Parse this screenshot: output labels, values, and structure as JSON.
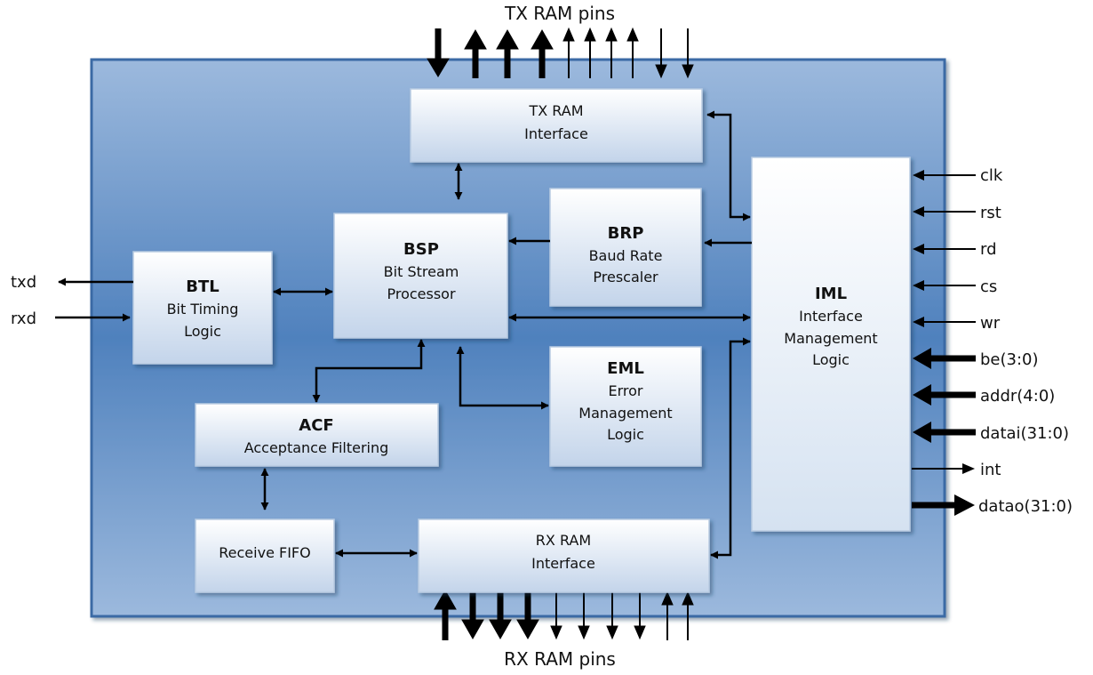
{
  "diagram": {
    "bus_labels": {
      "top": "TX RAM pins",
      "bottom": "RX RAM pins"
    },
    "blocks": {
      "tx_ram": {
        "line1": "TX RAM",
        "line2": "Interface"
      },
      "brp": {
        "title": "BRP",
        "line1": "Baud Rate",
        "line2": "Prescaler"
      },
      "bsp": {
        "title": "BSP",
        "line1": "Bit Stream",
        "line2": "Processor"
      },
      "btl": {
        "title": "BTL",
        "line1": "Bit Timing",
        "line2": "Logic"
      },
      "eml": {
        "title": "EML",
        "line1": "Error",
        "line2": "Management",
        "line3": "Logic"
      },
      "acf": {
        "title": "ACF",
        "line1": "Acceptance Filtering"
      },
      "fifo": {
        "line1": "Receive FIFO"
      },
      "rx_ram": {
        "line1": "RX RAM",
        "line2": "Interface"
      },
      "iml": {
        "title": "IML",
        "line1": "Interface",
        "line2": "Management",
        "line3": "Logic"
      }
    },
    "left_pins": {
      "txd": "txd",
      "rxd": "rxd"
    },
    "right_pins": {
      "clk": "clk",
      "rst": "rst",
      "rd": "rd",
      "cs": "cs",
      "wr": "wr",
      "be": "be(3:0)",
      "addr": "addr(4:0)",
      "datai": "datai(31:0)",
      "int": "int",
      "datao": "datao(31:0)"
    }
  },
  "colors": {
    "outer_edge": "#3f6fa8",
    "outer_center": "#5585c0",
    "outer_light": "#a8c2e1",
    "block_top": "#ffffff",
    "block_bottom": "#c7d7eb",
    "block_border": "#b5c8df",
    "line": "#000000"
  }
}
